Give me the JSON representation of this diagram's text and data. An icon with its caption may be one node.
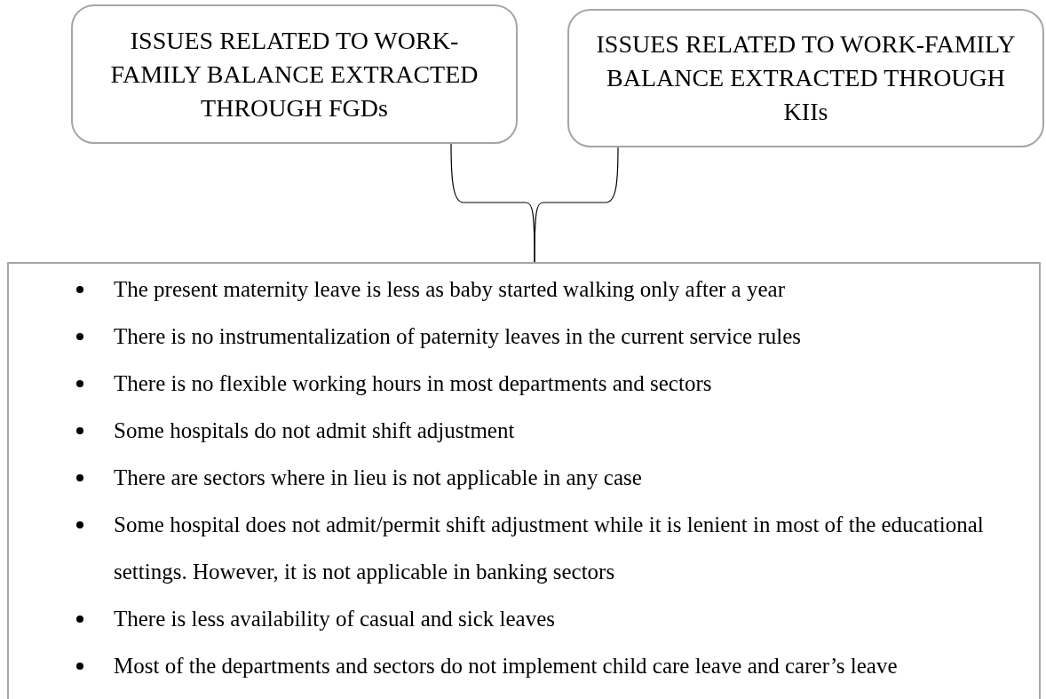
{
  "diagram": {
    "nodes": [
      {
        "text": [
          "ISSUES RELATED TO WORK-FAMILY BALANCE EXTRACTED THROUGH FGDs"
        ]
      },
      {
        "text": [
          "ISSUES RELATED TO WORK-FAMILY BALANCE EXTRACTED THROUGH KIIs"
        ]
      },
      {
        "text": [
          "The present maternity leave is less as baby started walking only after a year",
          "There is no instrumentalization of paternity leaves in the current service rules",
          "There is no flexible working hours in most departments and sectors",
          "Some hospitals do not admit shift adjustment",
          "There are sectors where in lieu is not applicable in any case",
          "Some hospital does not admit/permit shift adjustment while it is lenient in most of the educational settings. However, it is not applicable in banking sectors",
          "There is less availability of casual and sick leaves",
          "Most of the departments and sectors do not implement child care leave and carer’s leave"
        ]
      }
    ],
    "edges": [
      {
        "from": 0,
        "to": 2,
        "arrow": "none"
      },
      {
        "from": 1,
        "to": 2,
        "arrow": "none"
      }
    ]
  }
}
